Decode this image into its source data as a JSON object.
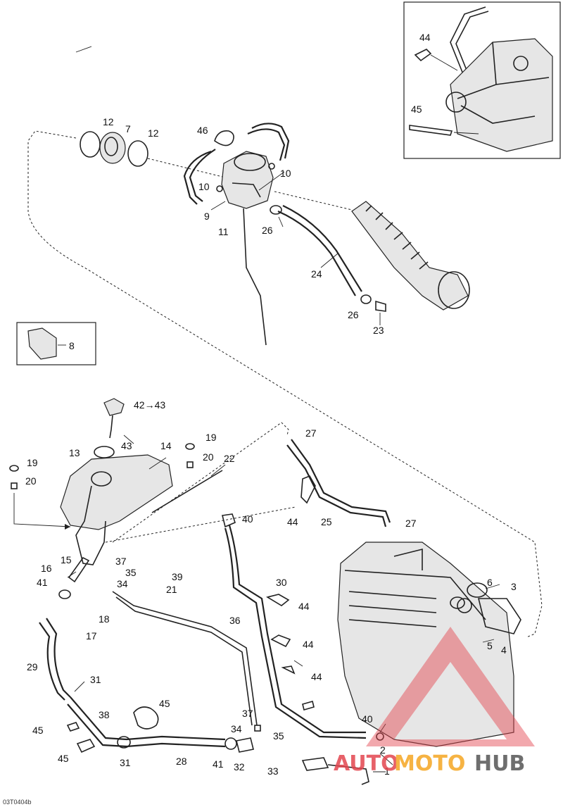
{
  "diagram_code": "03T0404b",
  "watermark": {
    "auto": "AUTO",
    "moto": "MOTO",
    "hub": "HUB"
  },
  "colors": {
    "line": "#222222",
    "watermark_red": "#e3464f",
    "watermark_orange": "#f5a623",
    "watermark_gray": "#555555"
  },
  "callouts": [
    "44",
    "45",
    "46",
    "12",
    "7",
    "12",
    "10",
    "10",
    "9",
    "11",
    "26",
    "24",
    "26",
    "23",
    "8",
    "42",
    "43",
    "43",
    "14",
    "19",
    "20",
    "22",
    "13",
    "19",
    "20",
    "27",
    "15",
    "16",
    "41",
    "37",
    "35",
    "34",
    "39",
    "21",
    "40",
    "44",
    "25",
    "27",
    "18",
    "17",
    "30",
    "44",
    "6",
    "3",
    "5",
    "4",
    "36",
    "44",
    "29",
    "31",
    "44",
    "45",
    "38",
    "45",
    "45",
    "31",
    "28",
    "37",
    "34",
    "35",
    "41",
    "32",
    "33",
    "40",
    "2",
    "1"
  ],
  "arrow_label": "42→43"
}
